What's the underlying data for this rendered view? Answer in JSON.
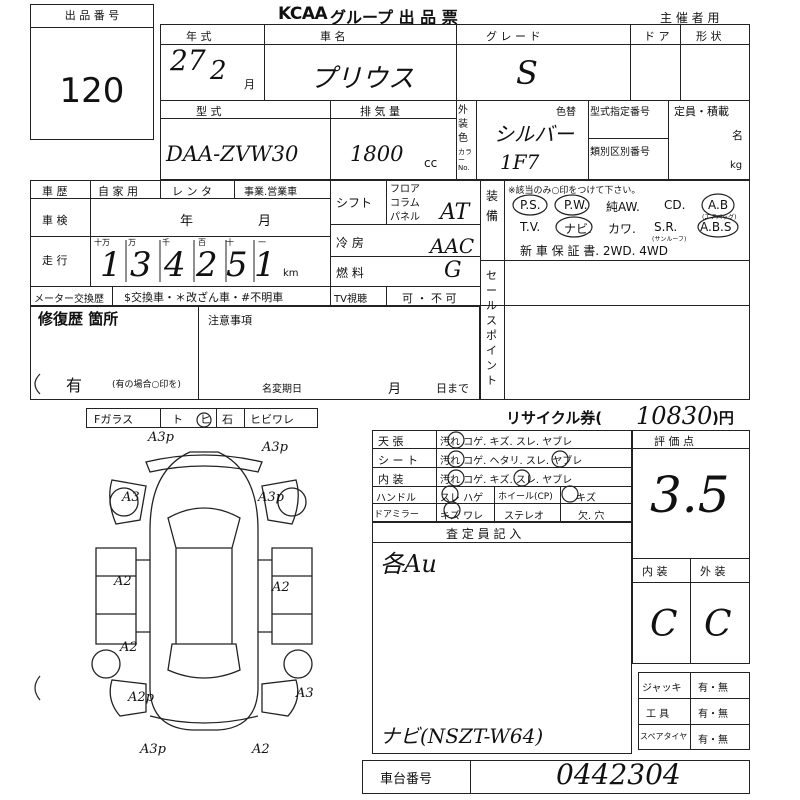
{
  "header": {
    "lot_label": "出 品 番 号",
    "lot_number": "120",
    "brand": "KCAA",
    "title": "グループ 出 品 票",
    "organizer": "主 催 者 用"
  },
  "vehicle": {
    "year_label": "年 式",
    "name_label": "車 名",
    "grade_label": "グ レ ー ド",
    "doors_label": "ド ア",
    "shape_label": "形 状",
    "year_value": "27",
    "month_value": "2",
    "month_unit": "月",
    "name_value": "プリウス",
    "grade_value": "S",
    "model_label": "型 式",
    "displacement_label": "排 気 量",
    "model_value": "DAA-ZVW30",
    "displacement_value": "1800",
    "cc": "cc",
    "exterior_label": "外装色",
    "color_code_label": "カラーNo.",
    "color_change_label": "色替",
    "color_value": "シルバー",
    "color_code_value": "1F7",
    "type_designation_label": "型式指定番号",
    "category_label": "類別区別番号",
    "capacity_label": "定員・積載",
    "persons_unit": "名",
    "kg_unit": "kg"
  },
  "history": {
    "label": "車 歴",
    "opt_private": "自 家 用",
    "opt_rental": "レ ン タ",
    "opt_business": "事業.営業車",
    "inspection_label": "車 検",
    "inspection_year": "年",
    "inspection_month": "月",
    "mileage_label": "走 行",
    "digit_headers": [
      "十万",
      "万",
      "千",
      "百",
      "十",
      "一"
    ],
    "mileage_digits": [
      "1",
      "3",
      "4",
      "2",
      "5",
      "1"
    ],
    "km": "km",
    "meter_label": "メーター交換歴",
    "meter_options": "$交換車・＊改ざん車・#不明車",
    "tv_label": "TV視聴",
    "tv_options": "可 ・ 不 可"
  },
  "spec": {
    "shift_label": "シフト",
    "floor": "フロア",
    "column": "コラム",
    "panel": "パネル",
    "shift_value": "AT",
    "ac_label": "冷 房",
    "ac_value": "AAC",
    "fuel_label": "燃 料",
    "fuel_value": "G"
  },
  "equipment": {
    "label": "装備",
    "note": "※該当のみ○印をつけて下さい。",
    "row1": [
      "P.S.",
      "P.W.",
      "純AW.",
      "CD.",
      "A.B"
    ],
    "row1_small": "(エアバッグ)",
    "row2": [
      "T.V.",
      "ナビ.",
      "カワ.",
      "S.R.",
      "A.B.S"
    ],
    "row2_small": "(サンルーフ)",
    "row3": "新 車 保 証 書.  2WD.  4WD",
    "sales_point_label": "セールスポイント"
  },
  "repair": {
    "label": "修復歴 箇所",
    "value": "有",
    "hint": "(有の場合○印を)",
    "notes_label": "注意事項",
    "name_change_label": "名変期日",
    "month": "月",
    "day_until": "日まで"
  },
  "glass": {
    "label": "Fガラス",
    "t": "ト",
    "hi": "ヒ",
    "stone": "石",
    "crack": "ヒビワレ"
  },
  "recycle": {
    "label": "リサイクル券(",
    "value": "10830",
    "unit": ")円"
  },
  "condition": {
    "rows": [
      {
        "label": "天 張",
        "opts": "汚れ コゲ. キズ. スレ. ヤブレ"
      },
      {
        "label": "シ ー ト",
        "opts": "汚れ コゲ. ヘタリ. スレ. ヤブレ"
      },
      {
        "label": "内 装",
        "opts": "汚れ コゲ. キズ. スレ. ヤブレ"
      }
    ],
    "handle_label": "ハンドル",
    "handle_opts": "スレ ハゲ",
    "wheel_label": "ホイール(CP)",
    "wheel_opts": "キズ",
    "mirror_label": "ドアミラー",
    "mirror_opts": "キズ ワレ",
    "stereo": "ステレオ",
    "stereo_opts": "欠. 穴"
  },
  "inspector": {
    "label": "査 定 員 記 入",
    "comment1": "各Au",
    "comment2": "ナビ(NSZT-W64)"
  },
  "grade_eval": {
    "label": "評 価 点",
    "score": "3.5",
    "interior_label": "内 装",
    "exterior_label": "外 装",
    "interior_value": "C",
    "exterior_value": "C"
  },
  "tools": {
    "jack": "ジャッキ",
    "tools_label": "工 具",
    "spare": "スペアタイヤ",
    "opt": "有・無"
  },
  "chassis": {
    "label": "車台番号",
    "value": "0442304"
  },
  "damage_marks": [
    "A3p",
    "A3p",
    "A3",
    "A3p",
    "A2",
    "A2",
    "A2",
    "A2p",
    "A3",
    "A3p",
    "A2"
  ],
  "colors": {
    "ink": "#111111",
    "line": "#222222"
  }
}
